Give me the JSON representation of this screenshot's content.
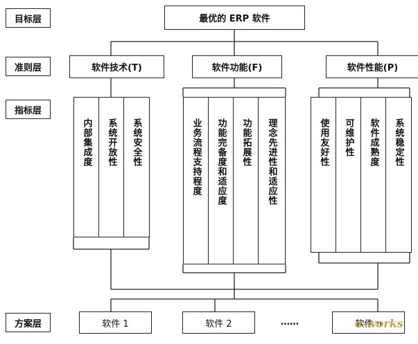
{
  "layers": {
    "goal": "目标层",
    "criteria": "准则层",
    "indicator": "指标层",
    "scheme": "方案层"
  },
  "goal_box": "最优的 ERP 软件",
  "criteria": [
    {
      "label": "软件技术(T)",
      "indicators": [
        "内部集成度",
        "系统开放性",
        "系统安全性"
      ]
    },
    {
      "label": "软件功能(F)",
      "indicators": [
        "业务流程支持程度",
        "功能完备度和适应度",
        "功能拓展性",
        "理念先进性和适应性"
      ]
    },
    {
      "label": "软件性能(P)",
      "indicators": [
        "使用友好性",
        "可维护性",
        "软件成熟度",
        "系统稳定性"
      ]
    }
  ],
  "schemes": [
    "软件 1",
    "软件 2",
    "软件 n"
  ],
  "ellipsis": "……",
  "watermark": "e-works"
}
